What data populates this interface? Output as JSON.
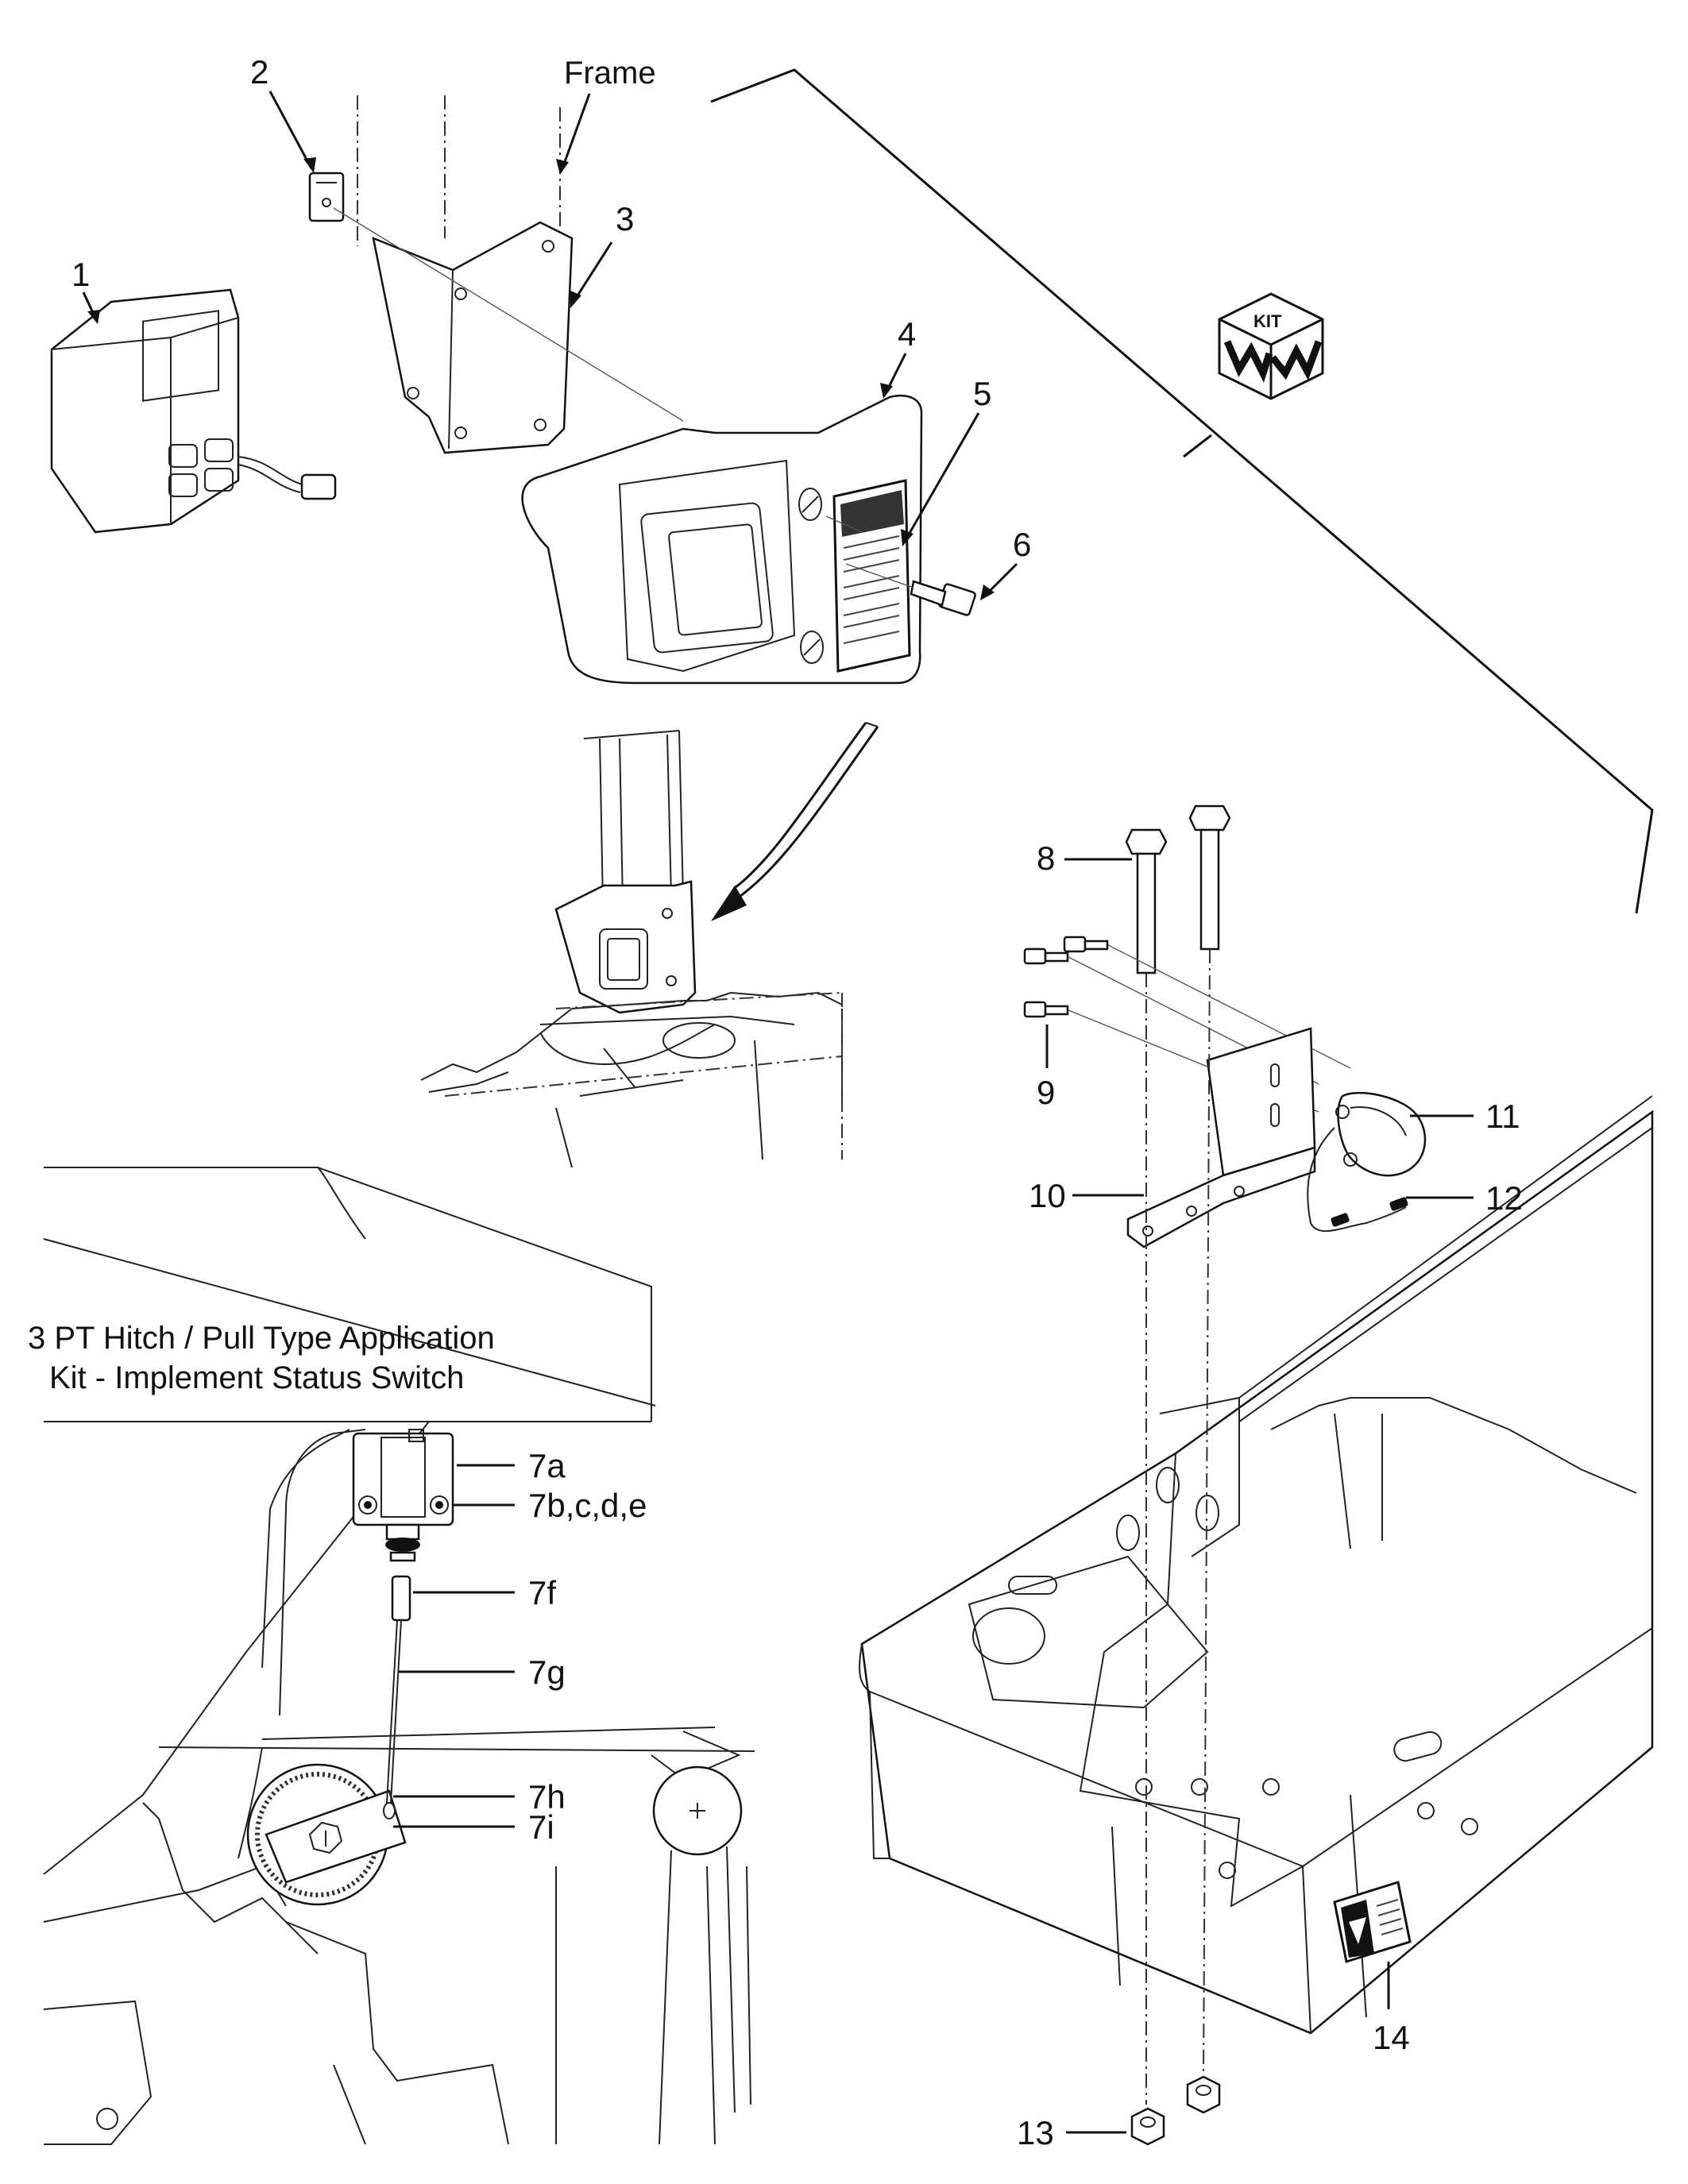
{
  "callouts": {
    "c1": "1",
    "c2": "2",
    "c3": "3",
    "c4": "4",
    "c5": "5",
    "c6": "6",
    "c7a": "7a",
    "c7bcde": "7b,c,d,e",
    "c7f": "7f",
    "c7g": "7g",
    "c7h": "7h",
    "c7i": "7i",
    "c8": "8",
    "c9": "9",
    "c10": "10",
    "c11": "11",
    "c12": "12",
    "c13": "13",
    "c14": "14"
  },
  "labels": {
    "frame": "Frame",
    "kit_icon_text": "KIT",
    "caption_line1": "3 PT Hitch / Pull Type Application",
    "caption_line2": "Kit - Implement Status Switch"
  },
  "icons": {
    "kit": "kit-cube-icon",
    "warning_decal": "warning-decal-icon"
  }
}
